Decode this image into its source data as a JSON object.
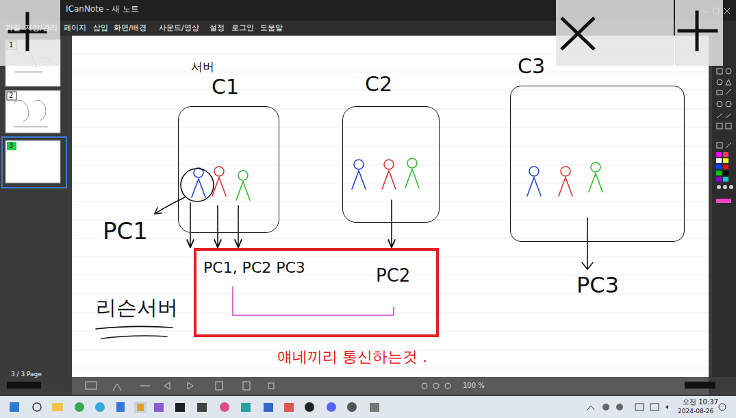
{
  "diagram": {
    "nodes": [
      {
        "text": [
          "서버",
          "C1"
        ]
      },
      {
        "text": [
          "C2"
        ]
      },
      {
        "text": [
          "C3"
        ]
      },
      {
        "text": [
          "PC1, PC2 PC3",
          "PC2"
        ]
      }
    ],
    "edges": [
      {
        "from": 0,
        "to": 3,
        "arrow": "to"
      },
      {
        "from": 0,
        "to": 3,
        "arrow": "to"
      },
      {
        "from": 0,
        "to": 3,
        "arrow": "to"
      },
      {
        "from": 1,
        "to": 3,
        "arrow": "to"
      }
    ],
    "labels": [
      "ICanNote - 새 노트",
      "파일",
      "저장/관리",
      "페이지",
      "삽입",
      "화면/배경",
      "사운드/영상",
      "설정",
      "로그인",
      "도움말",
      "1",
      "2",
      "3",
      "PC1",
      "PC3",
      "리슨서버",
      "얘네끼리 통신하는것 .",
      "3 / 3 Page",
      "100 %",
      "오전 10:37",
      "2024-08-26"
    ]
  }
}
